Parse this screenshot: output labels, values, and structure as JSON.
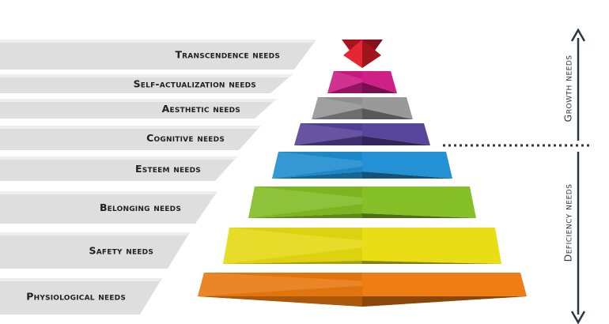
{
  "levels": [
    {
      "label": "Transcendence needs",
      "color": "#e51c28"
    },
    {
      "label": "Self-actualization needs",
      "color": "#cf1a86"
    },
    {
      "label": "Aesthetic needs",
      "color": "#979797"
    },
    {
      "label": "Cognitive needs",
      "color": "#55419a"
    },
    {
      "label": "Esteem needs",
      "color": "#1f8fd3"
    },
    {
      "label": "Belonging needs",
      "color": "#84bf24"
    },
    {
      "label": "Safety needs",
      "color": "#e9dd10"
    },
    {
      "label": "Physiological needs",
      "color": "#ee7a0f"
    }
  ],
  "categories": {
    "growth": "Growth needs",
    "deficiency": "Deficiency needs"
  },
  "colors": {
    "banner": "#dedede",
    "axis": "#2c3744"
  }
}
